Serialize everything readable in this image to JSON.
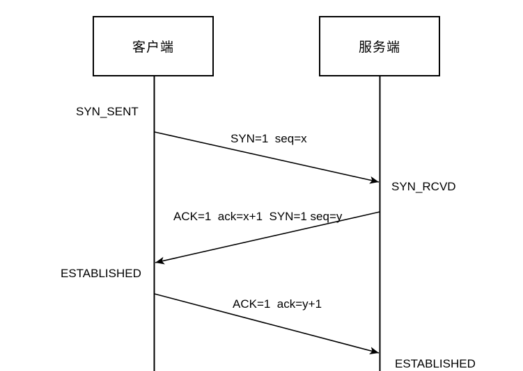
{
  "diagram": {
    "actors": [
      {
        "id": "client",
        "label": "客户端"
      },
      {
        "id": "server",
        "label": "服务端"
      }
    ],
    "states": [
      {
        "id": "client-syn-sent",
        "actor": "client",
        "label": "SYN_SENT"
      },
      {
        "id": "server-syn-rcvd",
        "actor": "server",
        "label": "SYN_RCVD"
      },
      {
        "id": "client-established",
        "actor": "client",
        "label": "ESTABLISHED"
      },
      {
        "id": "server-established",
        "actor": "server",
        "label": "ESTABLISHED"
      }
    ],
    "messages": [
      {
        "label": "SYN=1  seq=x",
        "from": "client",
        "to": "server"
      },
      {
        "label": "ACK=1  ack=x+1  SYN=1 seq=y",
        "from": "server",
        "to": "client"
      },
      {
        "label": "ACK=1  ack=y+1",
        "from": "client",
        "to": "server"
      }
    ],
    "colors": {
      "line": "#000000",
      "background": "#ffffff",
      "text": "#000000"
    }
  }
}
